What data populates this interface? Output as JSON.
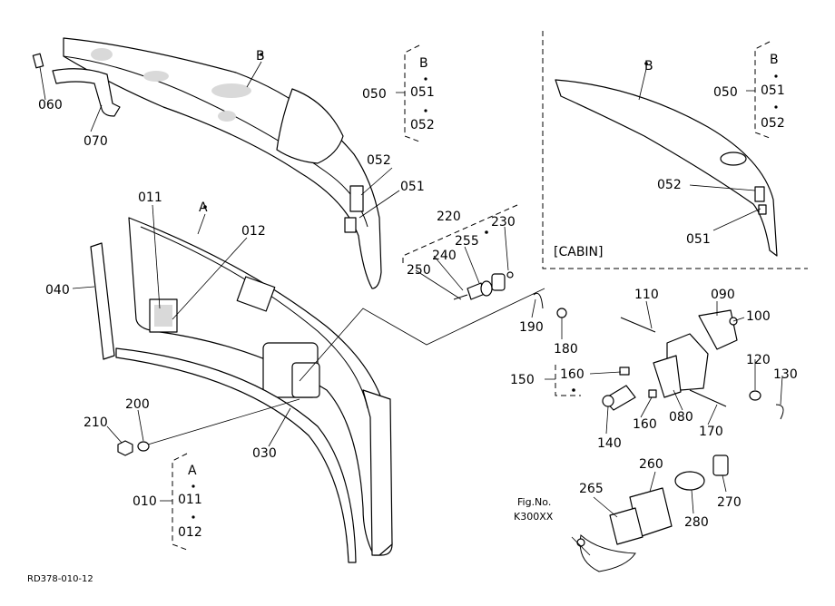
{
  "figure_id": "RD378-010-12",
  "fig_ref": {
    "line1": "Fig.No.",
    "line2": "K300XX"
  },
  "cabin_label": "[CABIN]",
  "part_labels": {
    "p060": "060",
    "p070": "070",
    "pB_top": "B",
    "p050": "050",
    "grpB_head": "B",
    "grpB_051": "051",
    "grpB_052": "052",
    "p052": "052",
    "p051": "051",
    "p011": "011",
    "pA": "A",
    "p012": "012",
    "p040": "040",
    "p030": "030",
    "p200": "200",
    "p210": "210",
    "p010": "010",
    "grpA_head": "A",
    "grpA_011": "011",
    "grpA_012": "012",
    "p220": "220",
    "p230": "230",
    "p255": "255",
    "p240": "240",
    "p250": "250",
    "p110": "110",
    "p090": "090",
    "p100": "100",
    "p190": "190",
    "p180": "180",
    "p150": "150",
    "p160a": "160",
    "p160b": "160",
    "p080": "080",
    "p120": "120",
    "p130": "130",
    "p170": "170",
    "p140": "140",
    "p260": "260",
    "p265": "265",
    "p270": "270",
    "p280": "280",
    "cab_B": "B",
    "cab_050": "050",
    "cab_grpB_head": "B",
    "cab_grpB_051": "051",
    "cab_grpB_052": "052",
    "cab_052": "052",
    "cab_051": "051"
  }
}
